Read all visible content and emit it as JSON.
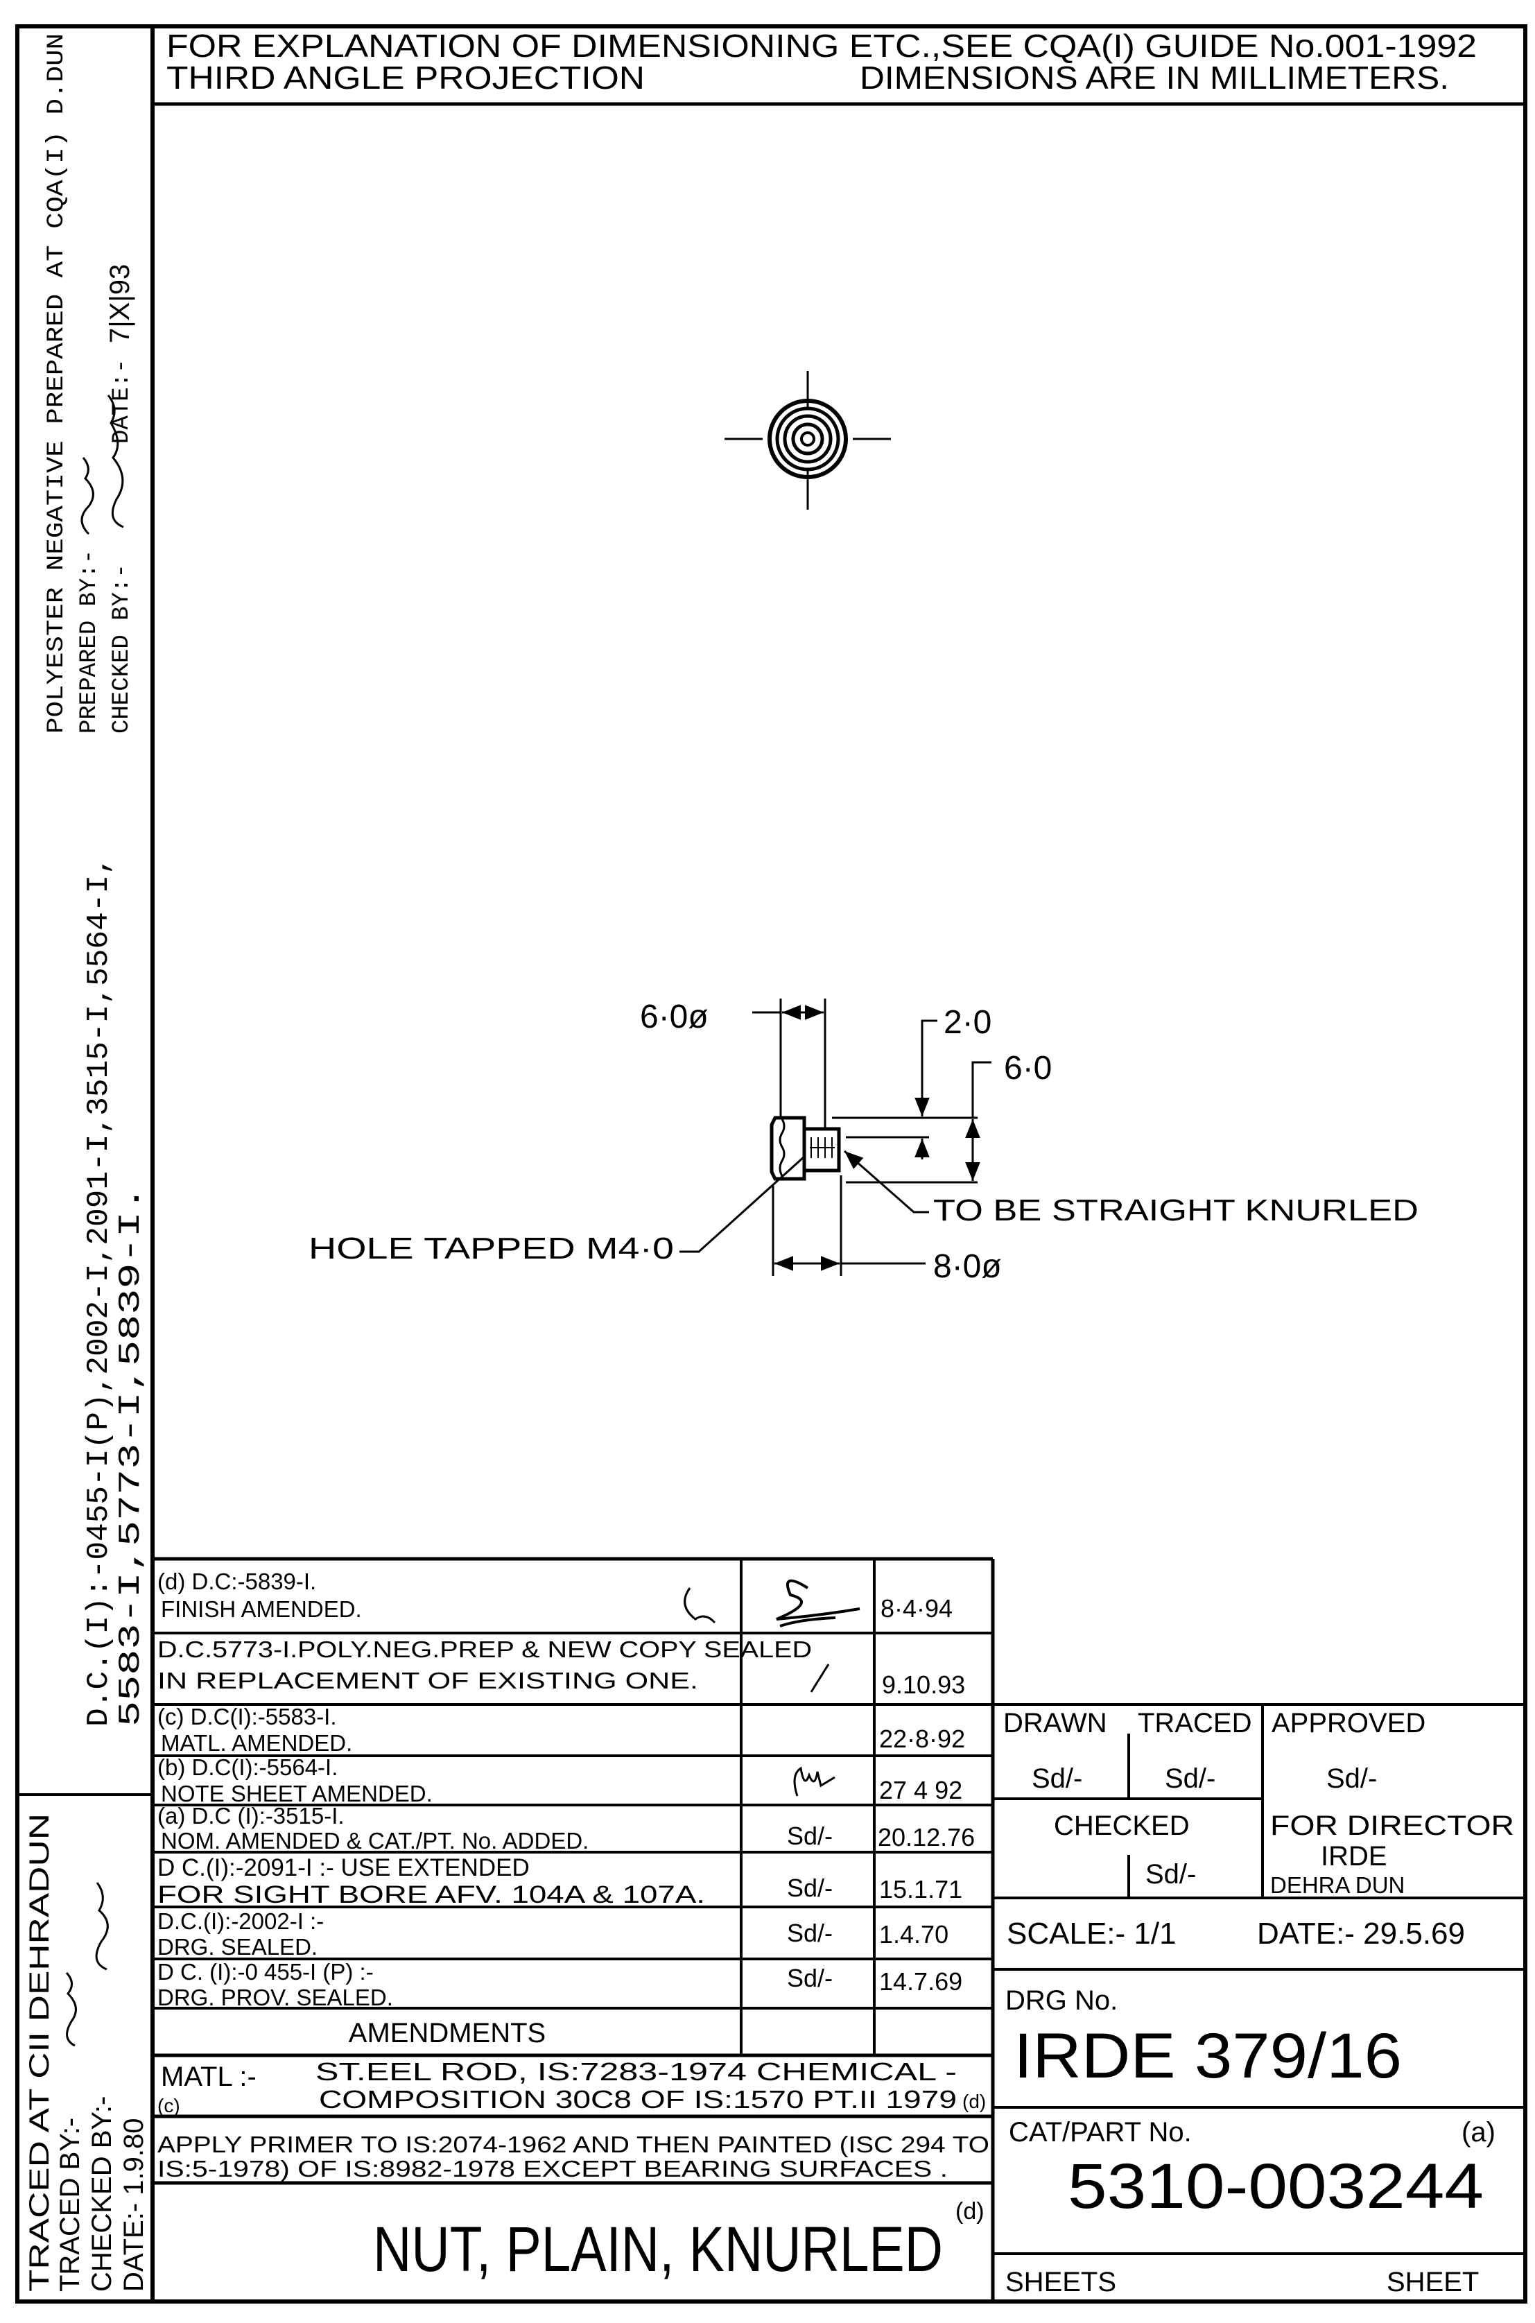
{
  "header": {
    "line1": "FOR EXPLANATION OF DIMENSIONING ETC.,SEE CQA(I) GUIDE No.001-1992",
    "projection": "THIRD ANGLE PROJECTION",
    "units": "DIMENSIONS ARE IN MILLIMETERS."
  },
  "left_margin": {
    "polyester": "POLYESTER NEGATIVE PREPARED AT CQA(I) D.DUN",
    "prepared_by": "PREPARED BY:-",
    "checked_by": "CHECKED BY:-",
    "date_label": "DATE:-",
    "date_value": "7|X|93",
    "dc_line1": "D.C.(I):-0455-I(P),2002-I,2091-I,3515-I,5564-I,",
    "dc_line2": "5583-I,5773-I,5839-I.",
    "traced_at": "TRACED AT CII DEHRADUN",
    "traced_by": "TRACED BY:-",
    "checked_by2": "CHECKED BY:-",
    "traced_date": "DATE:- 1.9.80"
  },
  "drawing": {
    "dim_6_0_dia": "6·0ø",
    "dim_2_0": "2·0",
    "dim_6_0": "6·0",
    "knurl_note": "TO BE STRAIGHT KNURLED",
    "hole_note": "HOLE TAPPED M4·0",
    "dim_8_0_dia": "8·0ø"
  },
  "amendments": {
    "heading": "AMENDMENTS",
    "rows": [
      {
        "line1": "(d) D.C:-5839-I.",
        "line2": "FINISH AMENDED.",
        "sign": "",
        "date": "8·4·94"
      },
      {
        "line1": "D.C.5773-I.POLY.NEG.PREP & NEW COPY SEALED",
        "line2": "IN REPLACEMENT OF EXISTING ONE.",
        "sign": "",
        "date": "9.10.93"
      },
      {
        "line1": "(c) D.C(I):-5583-I.",
        "line2": "MATL. AMENDED.",
        "sign": "",
        "date": "22·8·92"
      },
      {
        "line1": "(b) D.C(I):-5564-I.",
        "line2": "NOTE SHEET AMENDED.",
        "sign": "",
        "date": "27 4 92"
      },
      {
        "line1": "(a) D.C (I):-3515-I.",
        "line2": "NOM. AMENDED & CAT./PT. No. ADDED.",
        "sign": "Sd/-",
        "date": "20.12.76"
      },
      {
        "line1": "D C.(I):-2091-I :- USE EXTENDED",
        "line2": "FOR SIGHT BORE AFV. 104A & 107A.",
        "sign": "Sd/-",
        "date": "15.1.71"
      },
      {
        "line1": "D.C.(I):-2002-I :-",
        "line2": "DRG. SEALED.",
        "sign": "Sd/-",
        "date": "1.4.70"
      },
      {
        "line1": "D C. (I):-0 455-I (P) :-",
        "line2": "DRG. PROV. SEALED.",
        "sign": "Sd/-",
        "date": "14.7.69"
      }
    ]
  },
  "material": {
    "label": "MATL :-",
    "mark_c": "(c)",
    "mark_d": "(d)",
    "line1": "ST.EEL ROD, IS:7283-1974 CHEMICAL -",
    "line2": "COMPOSITION 30C8 OF IS:1570 PT.II 1979"
  },
  "finish": {
    "line1": "APPLY PRIMER TO IS:2074-1962 AND THEN PAINTED (ISC 294 TO",
    "line2": "IS:5-1978) OF IS:8982-1978 EXCEPT BEARING SURFACES ."
  },
  "title": {
    "mark": "(d)",
    "text": "NUT, PLAIN, KNURLED"
  },
  "title_block": {
    "drawn": "DRAWN",
    "traced": "TRACED",
    "approved": "APPROVED",
    "drawn_sign": "Sd/-",
    "traced_sign": "Sd/-",
    "approved_sign": "Sd/-",
    "checked": "CHECKED",
    "checked_sign": "Sd/-",
    "for_director": "FOR DIRECTOR",
    "irde": "IRDE",
    "dehra_dun": "DEHRA DUN",
    "scale": "SCALE:- 1/1",
    "date": "DATE:- 29.5.69",
    "drg_no_label": "DRG No.",
    "drg_no": "IRDE 379/16",
    "cat_label": "CAT/PART No.",
    "cat_mark": "(a)",
    "cat_no": "5310-003244",
    "sheets": "SHEETS",
    "sheet": "SHEET"
  }
}
